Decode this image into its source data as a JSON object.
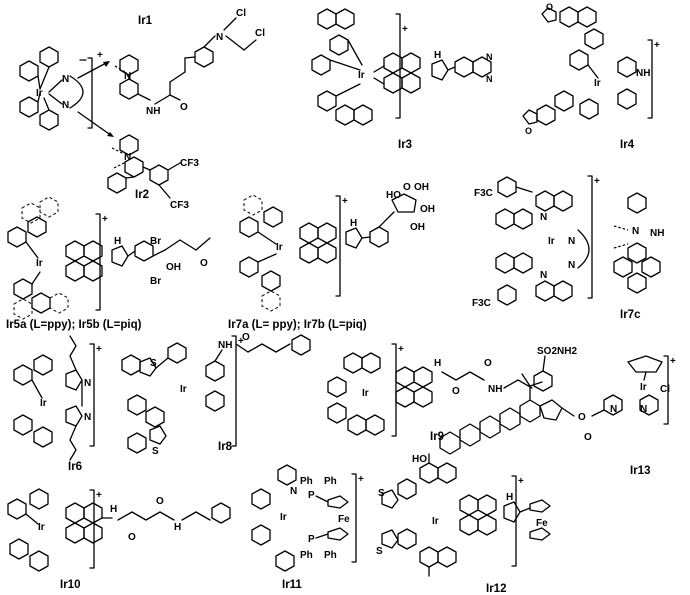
{
  "compounds": [
    {
      "id": "Ir1",
      "label": "Ir1"
    },
    {
      "id": "Ir2",
      "label": "Ir2"
    },
    {
      "id": "Ir3",
      "label": "Ir3"
    },
    {
      "id": "Ir4",
      "label": "Ir4"
    },
    {
      "id": "Ir5",
      "label": "Ir5a (L=ppy); Ir5b (L=piq)"
    },
    {
      "id": "Ir7ab",
      "label": "Ir7a (L= ppy); Ir7b (L=piq)"
    },
    {
      "id": "Ir7c",
      "label": "Ir7c"
    },
    {
      "id": "Ir6",
      "label": "Ir6"
    },
    {
      "id": "Ir8",
      "label": "Ir8"
    },
    {
      "id": "Ir9",
      "label": "Ir9"
    },
    {
      "id": "Ir13",
      "label": "Ir13"
    },
    {
      "id": "Ir10",
      "label": "Ir10"
    },
    {
      "id": "Ir11",
      "label": "Ir11"
    },
    {
      "id": "Ir12",
      "label": "Ir12"
    }
  ],
  "atoms": {
    "ir": "Ir",
    "n": "N",
    "nh": "NH",
    "h": "H",
    "cl": "Cl",
    "o": "O",
    "oh": "OH",
    "ho": "HO",
    "s": "S",
    "br": "Br",
    "cf3": "CF3",
    "f3c": "F3C",
    "p": "P",
    "ph": "Ph",
    "fe": "Fe",
    "so2nh2": "SO2NH2",
    "charge": "+"
  }
}
